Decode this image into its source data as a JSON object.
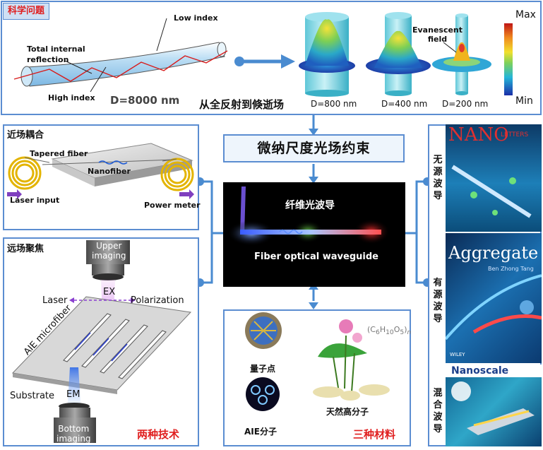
{
  "top_panel": {
    "tag": "科学问题",
    "low_index": "Low index",
    "high_index": "High index",
    "tir": "Total internal\nreflection",
    "diameter_main": "D=8000 nm",
    "subtitle": "从全反射到倏逝场",
    "d800": "D=800 nm",
    "d400": "D=400 nm",
    "d200": "D=200 nm",
    "evanescent": "Evanescent\nfield",
    "scale_max": "Max",
    "scale_min": "Min"
  },
  "center": {
    "title": "微纳尺度光场约束",
    "cn_label": "纤维光波导",
    "en_label": "Fiber optical waveguide"
  },
  "near_field": {
    "header": "近场耦合",
    "tapered": "Tapered fiber",
    "nanofiber": "Nanofiber",
    "laser_input": "Laser input",
    "power_meter": "Power meter"
  },
  "far_field": {
    "header": "远场聚焦",
    "upper": "Upper\nimaging",
    "ex": "EX",
    "laser": "Laser",
    "polarization": "Polarization",
    "microfiber": "AIE microfiber",
    "substrate": "Substrate",
    "em": "EM",
    "bottom": "Bottom\nimaging",
    "two_tech": "两种技术"
  },
  "materials": {
    "quantum_dots": "量子点",
    "aie": "AIE分子",
    "natural_polymer": "天然高分子",
    "formula_main": "(C",
    "formula_sub1": "6",
    "formula_mid1": "H",
    "formula_sub2": "10",
    "formula_mid2": "O",
    "formula_sub3": "5",
    "formula_end": ")",
    "formula_n": "n",
    "three_mat": "三种材料"
  },
  "waveguides": {
    "passive": "无源波导",
    "active": "有源波导",
    "hybrid": "混合波导"
  },
  "journals": {
    "nano_letters": "NANO",
    "nano_letters_small": "LETTERS",
    "aggregate": "Aggregate",
    "aggregate_editor": "Ben Zhong Tang",
    "nanoscale": "Nanoscale",
    "wiley": "WILEY"
  },
  "colors": {
    "frame": "#5b8dd1",
    "accent_red": "#e02020"
  }
}
